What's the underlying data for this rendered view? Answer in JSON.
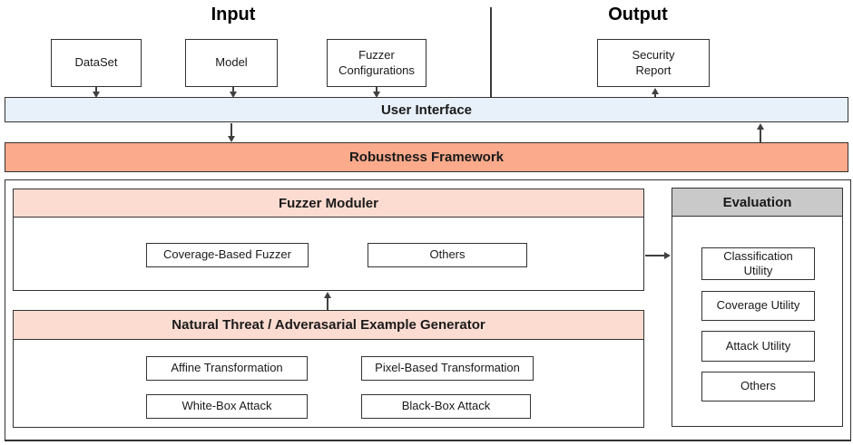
{
  "diagram": {
    "input_section": {
      "title": "Input",
      "boxes": [
        {
          "label": "DataSet"
        },
        {
          "label": "Model"
        },
        {
          "label": "Fuzzer Configurations"
        }
      ]
    },
    "output_section": {
      "title": "Output",
      "boxes": [
        {
          "label": "Security Report"
        }
      ]
    },
    "user_interface_bar": {
      "label": "User Interface"
    },
    "robustness_framework_bar": {
      "label": "Robustness Framework"
    },
    "framework_internals": {
      "fuzzer_moduler": {
        "title": "Fuzzer Moduler",
        "boxes": [
          {
            "label": "Coverage-Based Fuzzer"
          },
          {
            "label": "Others"
          }
        ]
      },
      "example_generator": {
        "title": "Natural Threat / Adverasarial Example Generator",
        "boxes": [
          {
            "label": "Affine Transformation"
          },
          {
            "label": "Pixel-Based Transformation"
          },
          {
            "label": "White-Box Attack"
          },
          {
            "label": "Black-Box Attack"
          }
        ]
      },
      "evaluation": {
        "title": "Evaluation",
        "boxes": [
          {
            "label": "Classification Utility"
          },
          {
            "label": "Coverage Utility"
          },
          {
            "label": "Attack Utility"
          },
          {
            "label": "Others"
          }
        ]
      }
    },
    "colors": {
      "user_interface_fill": "#e8f0fa",
      "robustness_framework_fill": "#fbaa8c",
      "section_header_fill": "#fcdcd1",
      "evaluation_header_fill": "#c9c9c9",
      "border": "#333333",
      "arrow": "#404040"
    }
  }
}
